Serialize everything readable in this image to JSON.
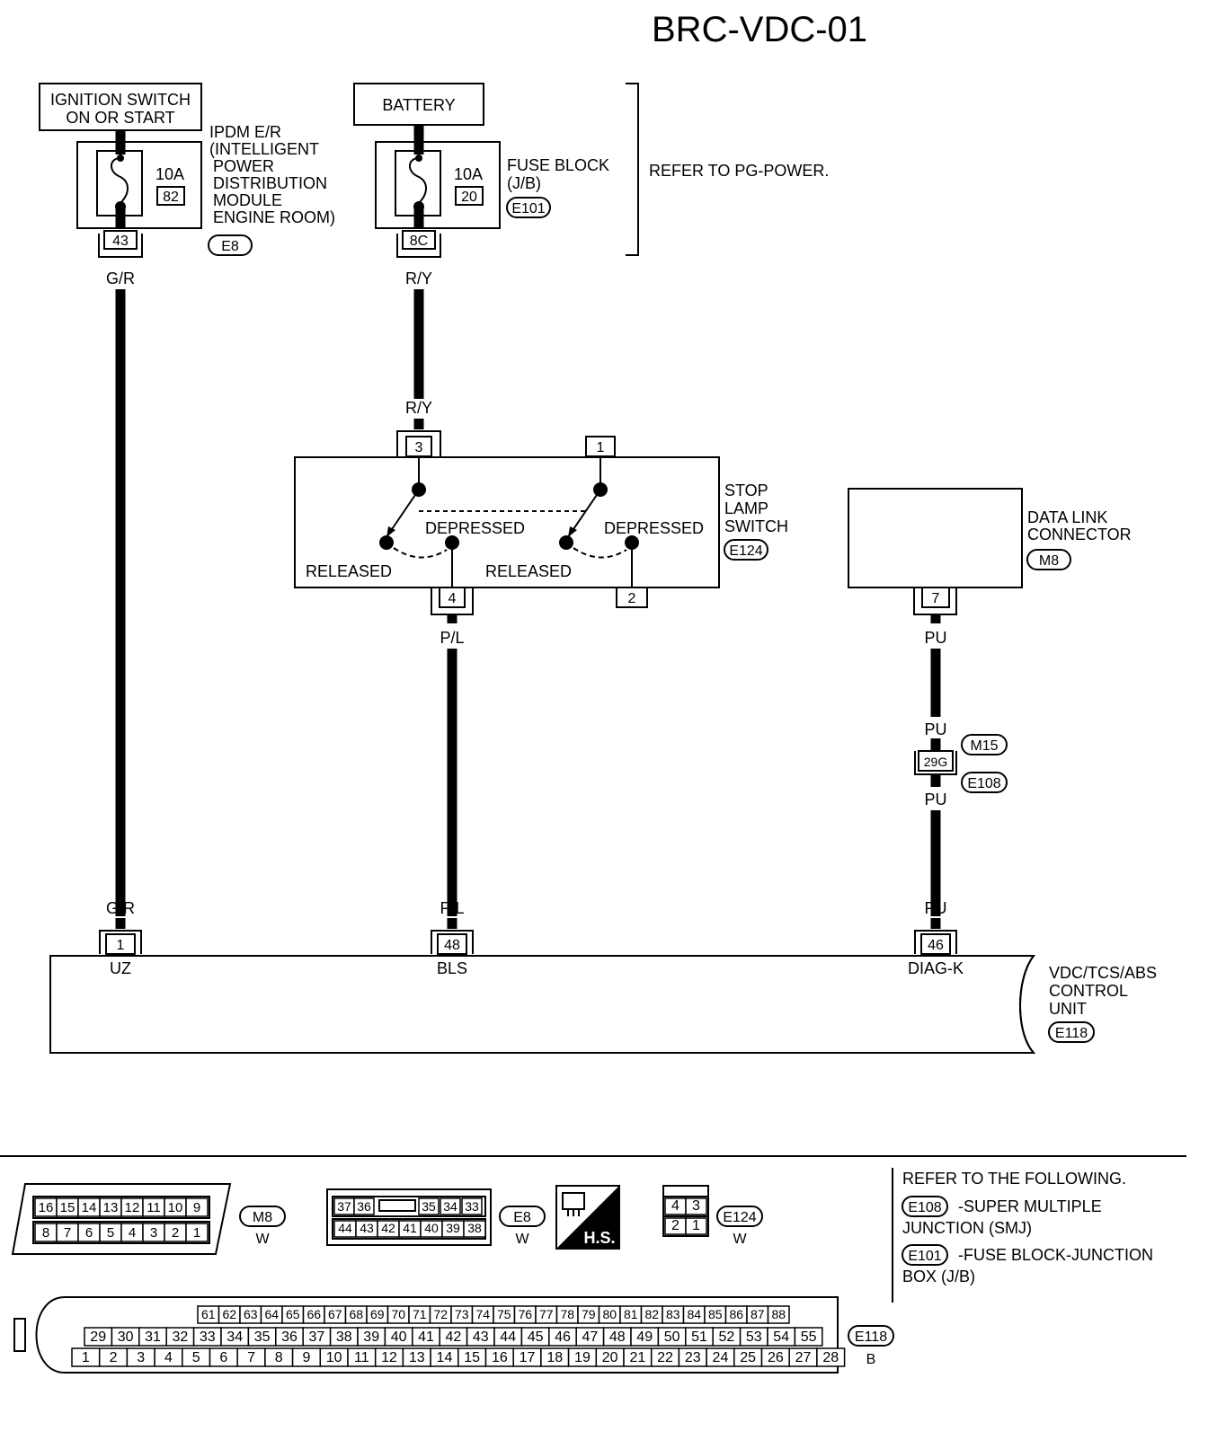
{
  "title": "BRC-VDC-01",
  "power": {
    "ignition_label_line1": "IGNITION SWITCH",
    "ignition_label_line2": "ON OR START",
    "battery_label": "BATTERY",
    "ipdm_lines": [
      "IPDM E/R",
      "(INTELLIGENT",
      "POWER",
      "DISTRIBUTION",
      "MODULE",
      "ENGINE ROOM)"
    ],
    "ipdm_fuse_amp": "10A",
    "ipdm_fuse_no": "82",
    "ipdm_pin": "43",
    "ipdm_connector": "E8",
    "fuseblock_lines": [
      "FUSE BLOCK",
      "(J/B)"
    ],
    "fuseblock_fuse_amp": "10A",
    "fuseblock_fuse_no": "20",
    "fuseblock_pin": "8C",
    "fuseblock_connector": "E101",
    "refer_note": "REFER TO PG-POWER."
  },
  "wires": {
    "gr_top": "G/R",
    "ry_top": "R/Y",
    "ry_mid": "R/Y",
    "pl_top": "P/L",
    "pu_top": "PU",
    "pu_mid1": "PU",
    "pu_mid2": "PU",
    "gr_bottom": "G/R",
    "pl_bottom": "P/L",
    "pu_bottom": "PU"
  },
  "stop_lamp_switch": {
    "lines": [
      "STOP",
      "LAMP",
      "SWITCH"
    ],
    "connector": "E124",
    "pin_3": "3",
    "pin_1": "1",
    "pin_4": "4",
    "pin_2": "2",
    "depressed_1": "DEPRESSED",
    "depressed_2": "DEPRESSED",
    "released_1": "RELEASED",
    "released_2": "RELEASED"
  },
  "data_link": {
    "lines": [
      "DATA LINK",
      "CONNECTOR"
    ],
    "connector": "M8",
    "pin": "7"
  },
  "joint": {
    "pin": "29G",
    "connector_top": "M15",
    "connector_bottom": "E108"
  },
  "control_unit": {
    "lines": [
      "VDC/TCS/ABS",
      "CONTROL",
      "UNIT"
    ],
    "connector": "E118",
    "pin_uz": "1",
    "label_uz": "UZ",
    "pin_bls": "48",
    "label_bls": "BLS",
    "pin_diag": "46",
    "label_diag": "DIAG-K"
  },
  "connector_views": {
    "m8": {
      "id": "M8",
      "color": "W",
      "row1": [
        "16",
        "15",
        "14",
        "13",
        "12",
        "11",
        "10",
        "9"
      ],
      "row2": [
        "8",
        "7",
        "6",
        "5",
        "4",
        "3",
        "2",
        "1"
      ]
    },
    "e8": {
      "id": "E8",
      "color": "W",
      "row1": [
        "37",
        "36",
        "",
        "35",
        "34",
        "33"
      ],
      "row2": [
        "44",
        "43",
        "42",
        "41",
        "40",
        "39",
        "38"
      ]
    },
    "hs_label": "H.S.",
    "e124": {
      "id": "E124",
      "color": "W",
      "row1": [
        "4",
        "3"
      ],
      "row2": [
        "2",
        "1"
      ]
    },
    "e118": {
      "id": "E118",
      "color": "B",
      "row1": [
        "61",
        "62",
        "63",
        "64",
        "65",
        "66",
        "67",
        "68",
        "69",
        "70",
        "71",
        "72",
        "73",
        "74",
        "75",
        "76",
        "77",
        "78",
        "79",
        "80",
        "81",
        "82",
        "83",
        "84",
        "85",
        "86",
        "87",
        "88"
      ],
      "row2": [
        "29",
        "30",
        "31",
        "32",
        "33",
        "34",
        "35",
        "36",
        "37",
        "38",
        "39",
        "40",
        "41",
        "42",
        "43",
        "44",
        "45",
        "46",
        "47",
        "48",
        "49",
        "50",
        "51",
        "52",
        "53",
        "54",
        "55"
      ],
      "row3": [
        "1",
        "2",
        "3",
        "4",
        "5",
        "6",
        "7",
        "8",
        "9",
        "10",
        "11",
        "12",
        "13",
        "14",
        "15",
        "16",
        "17",
        "18",
        "19",
        "20",
        "21",
        "22",
        "23",
        "24",
        "25",
        "26",
        "27",
        "28"
      ]
    }
  },
  "refer_box": {
    "heading": "REFER TO THE FOLLOWING.",
    "item1_conn": "E108",
    "item1_text1": "-SUPER MULTIPLE",
    "item1_text2": "JUNCTION (SMJ)",
    "item2_conn": "E101",
    "item2_text1": "-FUSE BLOCK-JUNCTION",
    "item2_text2": "BOX (J/B)"
  }
}
